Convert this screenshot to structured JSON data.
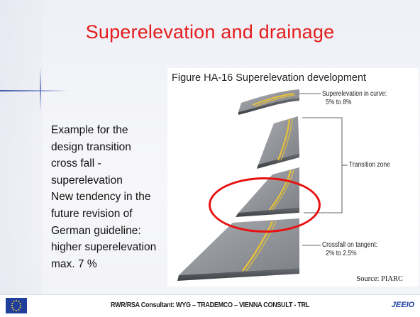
{
  "slide": {
    "title": "Superelevation and drainage",
    "body_lines": [
      "Example for the",
      "design transition",
      "cross fall -",
      "superelevation",
      "New tendency in the",
      "future revision of",
      "German guideline:",
      "higher superelevation",
      "max. 7 %"
    ]
  },
  "figure": {
    "caption": "Figure HA-16 Superelevation development",
    "labels": {
      "curve_line1": "Superelevation in curve:",
      "curve_line2": "5% to 8%",
      "transition": "Transition zone",
      "tangent_line1": "Crossfall on tangent:",
      "tangent_line2": "2% to 2.5%"
    },
    "source": "Source: PIARC"
  },
  "footer": {
    "text": "RWR/RSA Consultant: WYG – TRADEMCO – VIENNA CONSULT - TRL",
    "logo_text": "JEEIO"
  },
  "colors": {
    "title": "#e41c1c",
    "highlight_ellipse": "#e81010",
    "road_surface": "#8e9094",
    "road_marking": "#e6c13a"
  }
}
